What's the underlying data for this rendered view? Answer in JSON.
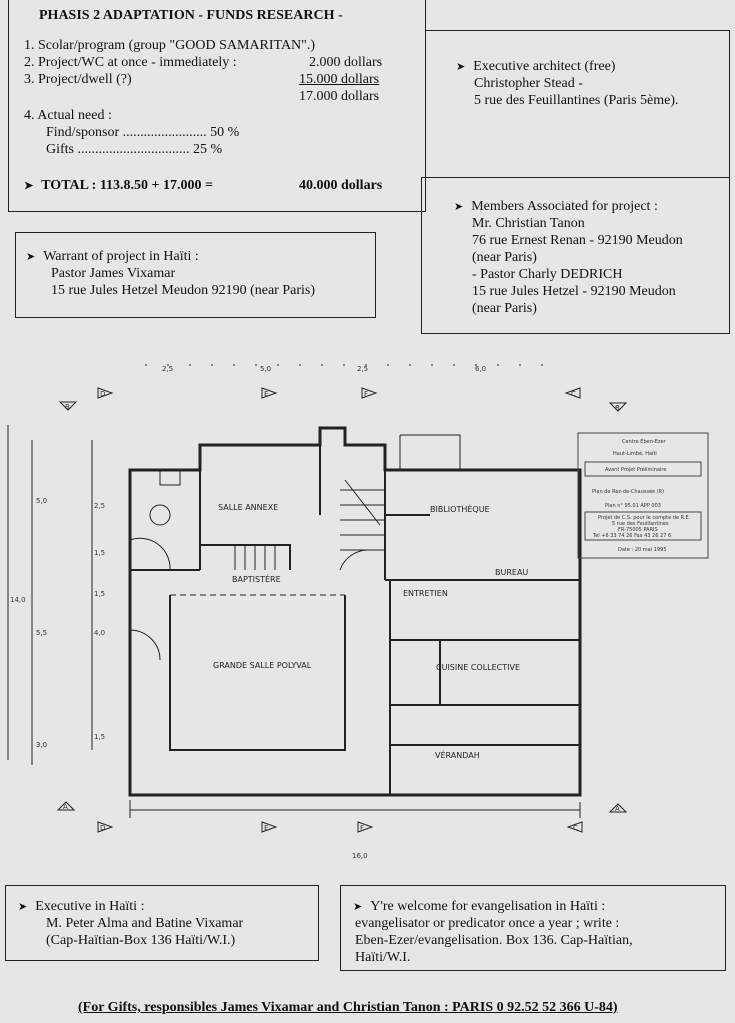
{
  "funds": {
    "title": "PHASIS 2 ADAPTATION - FUNDS RESEARCH -",
    "item1": "1. Scolar/program (group \"GOOD SAMARITAN\".)",
    "item2": "2. Project/WC at once - immediately :",
    "item2_val": "2.000 dollars",
    "item3": "3. Project/dwell (?)",
    "item3_val": "15.000 dollars",
    "subtotal": "17.000 dollars",
    "item4": "4. Actual need :",
    "need1": "Find/sponsor ........................ 50 %",
    "need2": "Gifts      ................................ 25 %",
    "total_label": "TOTAL : 113.8.50 + 17.000 =",
    "total_val": "40.000 dollars"
  },
  "architect": {
    "l1": "Executive architect (free)",
    "l2": "Christopher Stead -",
    "l3": "5 rue des Feuillantines (Paris 5ème)."
  },
  "members": {
    "l1": "Members Associated for project :",
    "l2": "Mr. Christian Tanon",
    "l3": "76 rue Ernest Renan - 92190 Meudon",
    "l4": "(near Paris)",
    "l5": "- Pastor Charly DEDRICH",
    "l6": "15 rue Jules Hetzel - 92190 Meudon",
    "l7": "(near Paris)"
  },
  "warrant": {
    "l1": "Warrant of project in Haïti :",
    "l2": "Pastor James Vixamar",
    "l3": "15 rue Jules Hetzel Meudon 92190 (near Paris)"
  },
  "plan": {
    "rooms": {
      "annexe": "SALLE ANNEXE",
      "biblio": "BIBLIOTHÈQUE",
      "baptistere": "BAPTISTÈRE",
      "bureau": "BUREAU",
      "entretien": "ENTRETIEN",
      "grande": "GRANDE SALLE POLYVAL",
      "cuisine": "CUISINE COLLECTIVE",
      "verandah": "VÉRANDAH"
    },
    "dims_top": [
      "2,5",
      "5,0",
      "2,5",
      "6,0"
    ],
    "dims_left": [
      "5,0",
      "2,5",
      "1,5",
      "1,5",
      "4,0",
      "1,5",
      "14,0",
      "5,5",
      "3,0"
    ],
    "dim_bottom": "16,0",
    "sections": [
      "B",
      "D",
      "E",
      "F",
      "C",
      "B",
      "A",
      "D",
      "E",
      "F",
      "C",
      "A"
    ],
    "titleblock": {
      "l1": "Centre Eben-Ezer",
      "l2": "Haut-Limbé, Haïti",
      "l3": "Avant Projet Préliminaire",
      "l4": "Plan de Rez-de-Chaussée (R)",
      "l5": "Plan n° 95.01 APP 003",
      "l6": "Projet de C.S. pour le compte de R.E.",
      "l7": "5 rue des Feuillantines",
      "l8": "FR-75005 PARIS",
      "l9": "Tel +6 33 74 26  Fax 43 26 27 6",
      "l10": "Date : 20 mai 1995"
    }
  },
  "exec_haiti": {
    "l1": "Executive in Haïti :",
    "l2": "M. Peter Alma and Batine Vixamar",
    "l3": "(Cap-Haïtian-Box 136 Haïti/W.I.)"
  },
  "welcome": {
    "l1": "Y're welcome for evangelisation in Haïti :",
    "l2": "evangelisator  or predicator once a year ; write :",
    "l3": "Eben-Ezer/evangelisation. Box 136. Cap-Haïtian,",
    "l4": "Haïti/W.I."
  },
  "footer": "(For Gifts, responsibles James Vixamar and Christian Tanon : PARIS 0 92.52 52 366 U-84)"
}
